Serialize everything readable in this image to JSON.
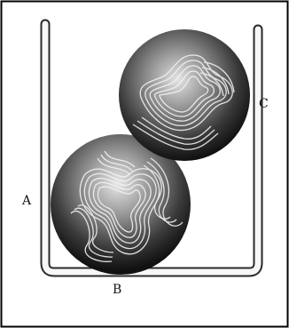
{
  "diagram": {
    "labels": {
      "a": "A",
      "b": "B",
      "c": "C"
    }
  },
  "colors": {
    "frame": "#000000",
    "tube_outline": "#333333",
    "tube_fill": "#f7f7f7",
    "sphere_dark": "#1a1a1a",
    "sphere_light": "#d8d8d8",
    "coil": "#f2f2f2"
  }
}
